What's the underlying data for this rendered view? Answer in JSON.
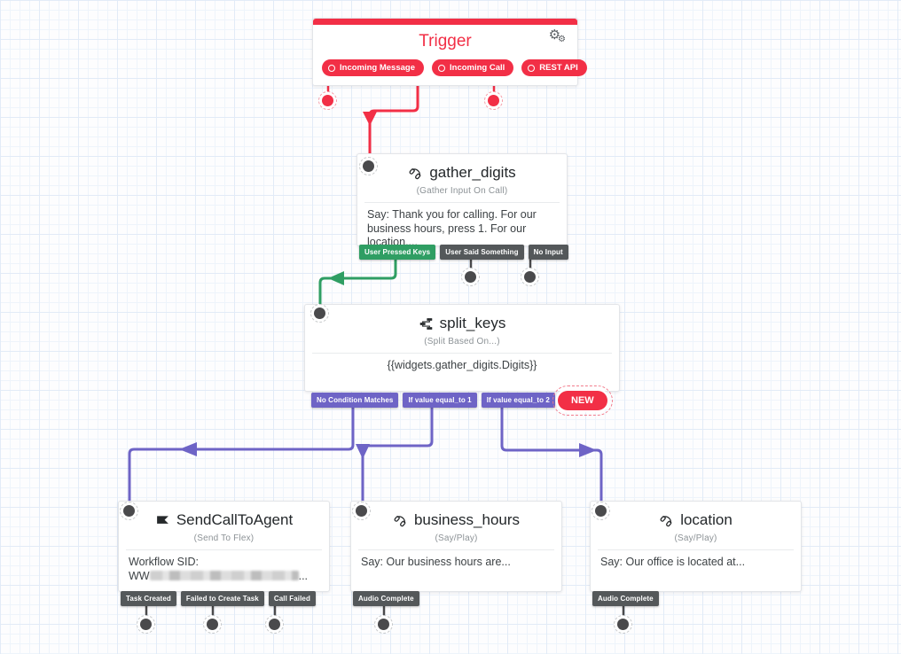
{
  "colors": {
    "red": "#F22F46",
    "green": "#2F9E63",
    "purple": "#6E64C6",
    "tab_gray": "#54585A",
    "dot_gray": "#4A4A4C"
  },
  "trigger": {
    "title": "Trigger",
    "settings_icon": "gear-icon",
    "pills": [
      {
        "label": "Incoming Message"
      },
      {
        "label": "Incoming Call"
      },
      {
        "label": "REST API"
      }
    ]
  },
  "widgets": {
    "gather": {
      "icon": "phone-handset-icon",
      "title": "gather_digits",
      "type": "(Gather Input On Call)",
      "body": "Say: Thank you for calling. For our business hours, press 1. For our location,...",
      "transitions": [
        {
          "label": "User Pressed Keys"
        },
        {
          "label": "User Said Something"
        },
        {
          "label": "No Input"
        }
      ]
    },
    "split": {
      "icon": "split-branch-icon",
      "title": "split_keys",
      "type": "(Split Based On...)",
      "body": "{{widgets.gather_digits.Digits}}",
      "transitions": [
        {
          "label": "No Condition Matches"
        },
        {
          "label": "If value equal_to 1"
        },
        {
          "label": "If value equal_to 2"
        }
      ],
      "new_label": "NEW"
    },
    "send": {
      "icon": "flex-flag-icon",
      "title": "SendCallToAgent",
      "type": "(Send To Flex)",
      "body_line1": "Workflow SID:",
      "sid_prefix": "WW",
      "sid_suffix": "...",
      "transitions": [
        {
          "label": "Task Created"
        },
        {
          "label": "Failed to Create Task"
        },
        {
          "label": "Call Failed"
        }
      ]
    },
    "business": {
      "icon": "phone-handset-icon",
      "title": "business_hours",
      "type": "(Say/Play)",
      "body": "Say: Our business hours are...",
      "transitions": [
        {
          "label": "Audio Complete"
        }
      ]
    },
    "location": {
      "icon": "phone-handset-icon",
      "title": "location",
      "type": "(Say/Play)",
      "body": "Say: Our office is located at...",
      "transitions": [
        {
          "label": "Audio Complete"
        }
      ]
    }
  }
}
